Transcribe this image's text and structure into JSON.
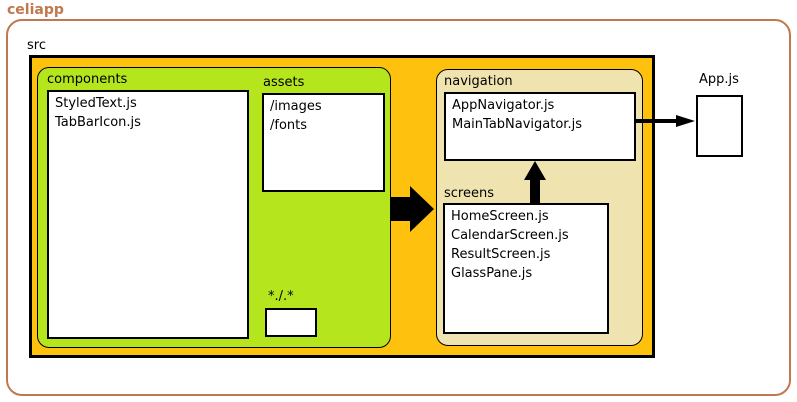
{
  "app": {
    "title": "celiapp"
  },
  "src": {
    "label": "src"
  },
  "components": {
    "label": "components",
    "files": [
      "StyledText.js",
      "TabBarIcon.js"
    ]
  },
  "assets": {
    "label": "assets",
    "files": [
      "/images",
      "/fonts"
    ]
  },
  "misc": {
    "label": "*./.*"
  },
  "navigation": {
    "label": "navigation",
    "files": [
      "AppNavigator.js",
      "MainTabNavigator.js"
    ]
  },
  "screens": {
    "label": "screens",
    "files": [
      "HomeScreen.js",
      "CalendarScreen.js",
      "ResultScreen.js",
      "GlassPane.js"
    ]
  },
  "appjs": {
    "label": "App.js"
  },
  "colors": {
    "app_frame": "#c0784e",
    "src_fill": "#fec20e",
    "components_fill": "#b5e51d",
    "navigation_fill": "#efe4b0",
    "arrow": "#000000"
  }
}
